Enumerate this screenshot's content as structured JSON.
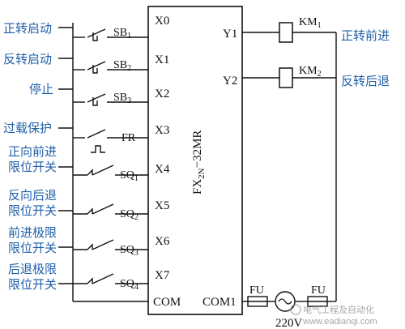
{
  "inputs": [
    {
      "label": "正转启动",
      "device": "SB",
      "sub": "1",
      "terminal": "X0"
    },
    {
      "label": "反转启动",
      "device": "SB",
      "sub": "2",
      "terminal": "X1"
    },
    {
      "label": "停止",
      "device": "SB",
      "sub": "3",
      "terminal": "X2"
    },
    {
      "label": "过载保护",
      "device": "FR",
      "sub": "",
      "terminal": "X3"
    },
    {
      "label_lines": [
        "正向前进",
        "限位开关"
      ],
      "device": "SQ",
      "sub": "1",
      "terminal": "X4"
    },
    {
      "label_lines": [
        "反向后退",
        "限位开关"
      ],
      "device": "SQ",
      "sub": "2",
      "terminal": "X5"
    },
    {
      "label_lines": [
        "前进极限",
        "限位开关"
      ],
      "device": "SQ",
      "sub": "3",
      "terminal": "X6"
    },
    {
      "label_lines": [
        "后退极限",
        "限位开关"
      ],
      "device": "SQ",
      "sub": "4",
      "terminal": "X7"
    }
  ],
  "com_left": "COM",
  "plc_model": {
    "prefix": "FX",
    "sub": "2N",
    "suffix": "−32MR"
  },
  "outputs": [
    {
      "terminal": "Y1",
      "coil": "KM",
      "sub": "1",
      "label": "正转前进"
    },
    {
      "terminal": "Y2",
      "coil": "KM",
      "sub": "2",
      "label": "反转后退"
    }
  ],
  "com_right": "COM1",
  "fuse_label": "FU",
  "voltage": "220V",
  "watermark_cn": "电气工程及自动化",
  "watermark_url": "www.eadianqi.com"
}
